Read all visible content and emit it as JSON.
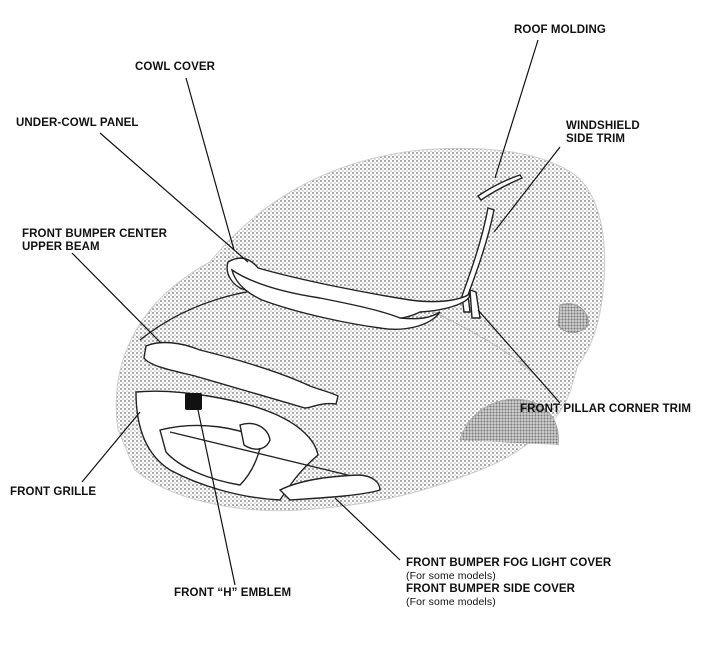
{
  "labels": {
    "roof_molding": "ROOF MOLDING",
    "cowl_cover": "COWL COVER",
    "under_cowl_panel": "UNDER-COWL PANEL",
    "windshield_side_trim_1": "WINDSHIELD",
    "windshield_side_trim_2": "SIDE TRIM",
    "front_bumper_center_upper_beam_1": "FRONT BUMPER CENTER",
    "front_bumper_center_upper_beam_2": "UPPER BEAM",
    "front_pillar_corner_trim": "FRONT PILLAR CORNER TRIM",
    "front_grille": "FRONT GRILLE",
    "front_h_emblem": "FRONT “H” EMBLEM",
    "fog_light_cover": "FRONT BUMPER FOG LIGHT COVER",
    "fog_light_cover_note": "(For some models)",
    "bumper_side_cover": "FRONT BUMPER SIDE COVER",
    "bumper_side_cover_note": "(For some models)"
  },
  "colors": {
    "ink": "#111111",
    "car_shading": "#b8b8b8"
  }
}
